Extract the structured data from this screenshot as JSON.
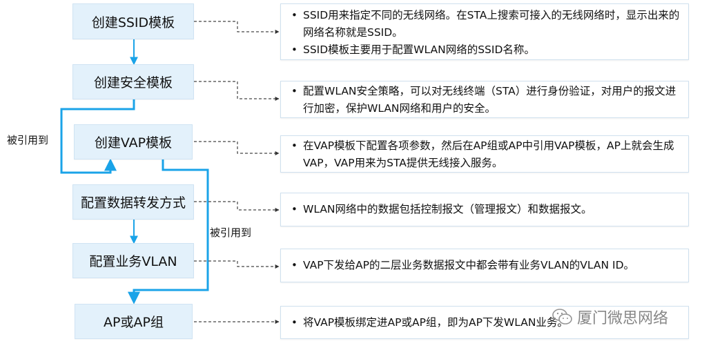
{
  "steps": [
    {
      "id": "ssid",
      "label": "创建SSID模板"
    },
    {
      "id": "security",
      "label": "创建安全模板"
    },
    {
      "id": "vap",
      "label": "创建VAP模板"
    },
    {
      "id": "forward",
      "label": "配置数据转发方式"
    },
    {
      "id": "vlan",
      "label": "配置业务VLAN"
    },
    {
      "id": "ap",
      "label": "AP或AP组"
    }
  ],
  "descriptions": [
    {
      "lines": [
        "SSID用来指定不同的无线网络。在STA上搜索可接入的无线网络时，显示出来的网络名称就是SSID。",
        "SSID模板主要用于配置WLAN网络的SSID名称。"
      ]
    },
    {
      "lines": [
        "配置WLAN安全策略，可以对无线终端（STA）进行身份验证，对用户的报文进行加密，保护WLAN网络和用户的安全。"
      ]
    },
    {
      "lines": [
        "在VAP模板下配置各项参数，然后在AP组或AP中引用VAP模板，AP上就会生成VAP，VAP用来为STA提供无线接入服务。"
      ]
    },
    {
      "lines": [
        "WLAN网络中的数据包括控制报文（管理报文）和数据报文。"
      ]
    },
    {
      "lines": [
        "VAP下发给AP的二层业务数据报文中都会带有业务VLAN的VLAN ID。"
      ]
    },
    {
      "lines": [
        "将VAP模板绑定进AP或AP组，即为AP下发WLAN业务。"
      ]
    }
  ],
  "reference_labels": {
    "left": "被引用到",
    "right": "被引用到"
  },
  "watermark": {
    "text": "厦门微思网络",
    "icon": "wechat-icon"
  },
  "colors": {
    "accent_line": "#1aa3e8",
    "box_fill": "#e3f1fb",
    "dash_line": "#444444"
  }
}
